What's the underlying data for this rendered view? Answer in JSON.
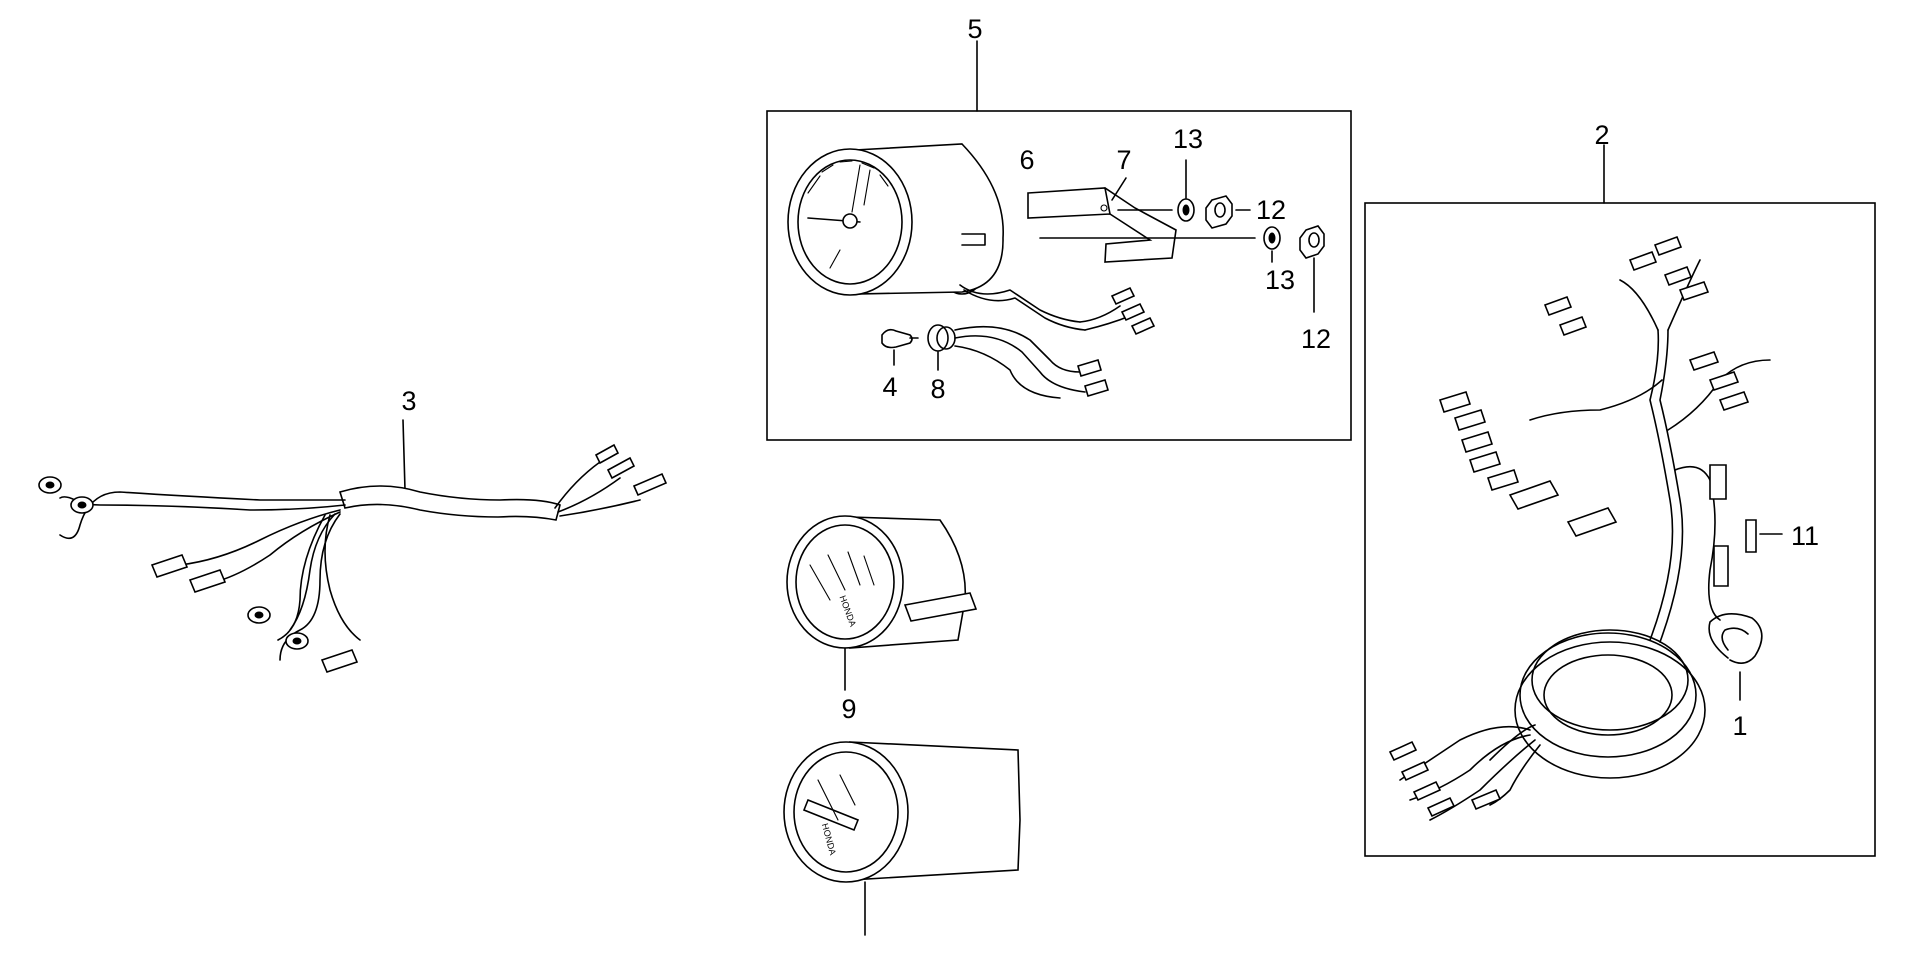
{
  "callouts": {
    "c1": "1",
    "c2": "2",
    "c3": "3",
    "c4": "4",
    "c5": "5",
    "c6": "6",
    "c7": "7",
    "c8": "8",
    "c9": "9",
    "c11": "11",
    "c12a": "12",
    "c12b": "12",
    "c13a": "13",
    "c13b": "13"
  },
  "gauge_face_brand": "HONDA"
}
